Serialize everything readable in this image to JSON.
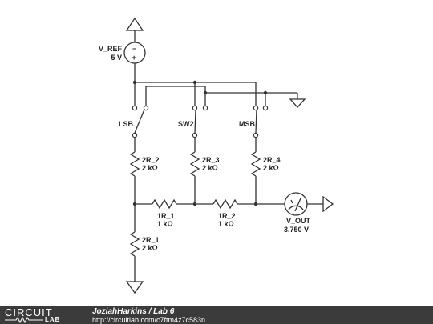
{
  "schematic": {
    "vref_name": "V_REF",
    "vref_value": "5 V",
    "switch_lsb": "LSB",
    "switch_mid": "SW2",
    "switch_msb": "MSB",
    "r2r2_name": "2R_2",
    "r2r2_value": "2 kΩ",
    "r2r3_name": "2R_3",
    "r2r3_value": "2 kΩ",
    "r2r4_name": "2R_4",
    "r2r4_value": "2 kΩ",
    "r1r1_name": "1R_1",
    "r1r1_value": "1 kΩ",
    "r1r2_name": "1R_2",
    "r1r2_value": "1 kΩ",
    "r2r1_name": "2R_1",
    "r2r1_value": "2 kΩ",
    "vout_name": "V_OUT",
    "vout_value": "3.750 V",
    "vref_minus": "−",
    "vref_plus": "+"
  },
  "footer": {
    "logo_top": "CIRCUIT",
    "logo_bottom": "LAB",
    "author": "JoziahHarkins",
    "separator": " / ",
    "project": "Lab 6",
    "url": "http://circuitlab.com/c7ftm4z7c583n"
  }
}
